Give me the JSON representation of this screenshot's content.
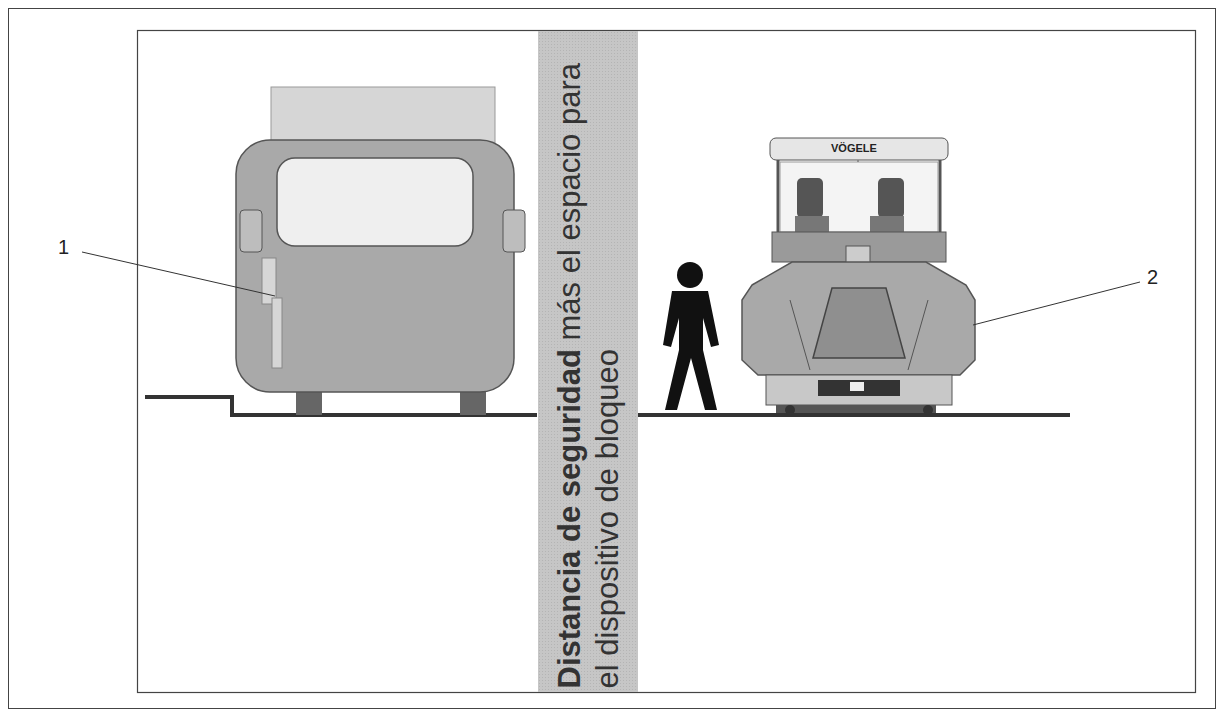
{
  "diagram": {
    "nodes": [
      {
        "text": [
          "Distancia de seguridad",
          "más el espacio para el dispositivo de bloqueo"
        ]
      }
    ],
    "labels": [
      "1",
      "2",
      "VÖGELE"
    ]
  }
}
